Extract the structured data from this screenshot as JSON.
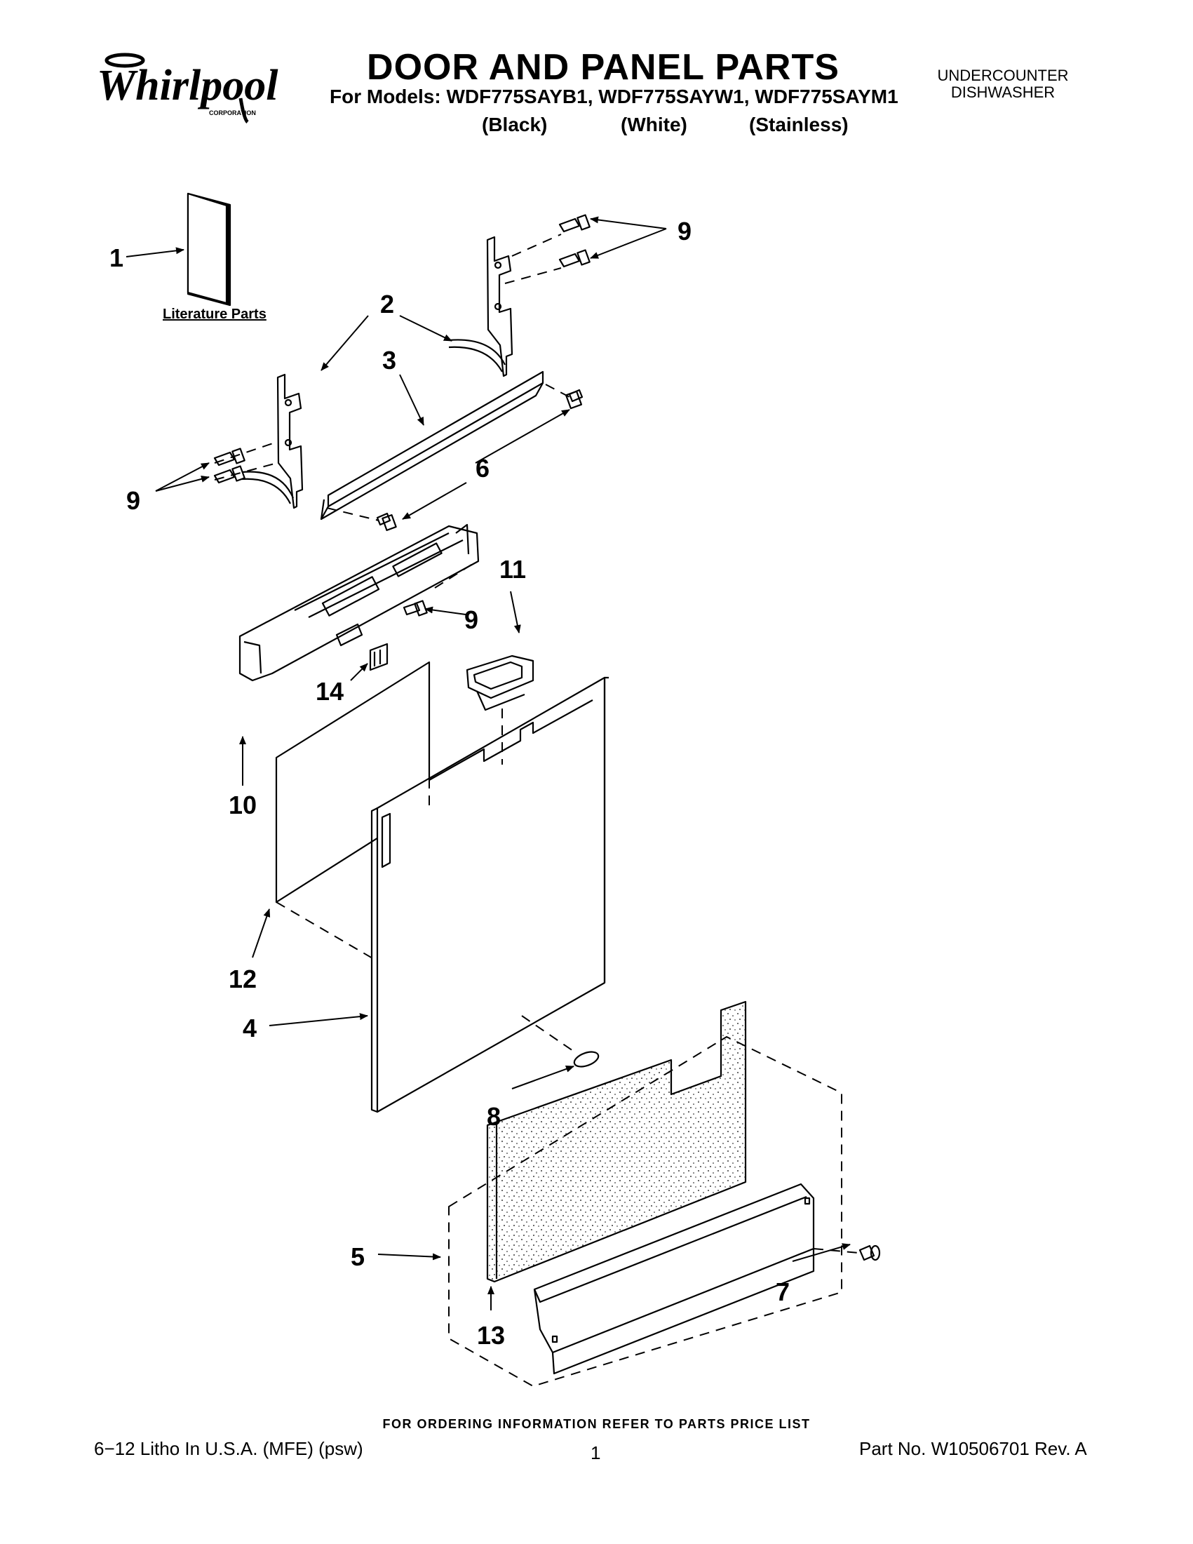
{
  "header": {
    "brand": "Whirlpool",
    "brand_sub": "CORPORATION",
    "title": "DOOR AND PANEL PARTS",
    "models_line": "For Models: WDF775SAYB1, WDF775SAYW1, WDF775SAYM1",
    "variants": [
      "(Black)",
      "(White)",
      "(Stainless)"
    ],
    "product_type_line1": "UNDERCOUNTER",
    "product_type_line2": "DISHWASHER"
  },
  "diagram": {
    "literature_label": "Literature Parts",
    "callouts": [
      "1",
      "2",
      "3",
      "9",
      "9",
      "6",
      "9",
      "11",
      "9",
      "14",
      "10",
      "12",
      "4",
      "8",
      "5",
      "7",
      "13"
    ]
  },
  "footer": {
    "order_info": "FOR ORDERING INFORMATION REFER TO PARTS PRICE LIST",
    "litho": "6−12 Litho In U.S.A. (MFE) (psw)",
    "page": "1",
    "part_no": "Part No. W10506701 Rev. A"
  }
}
